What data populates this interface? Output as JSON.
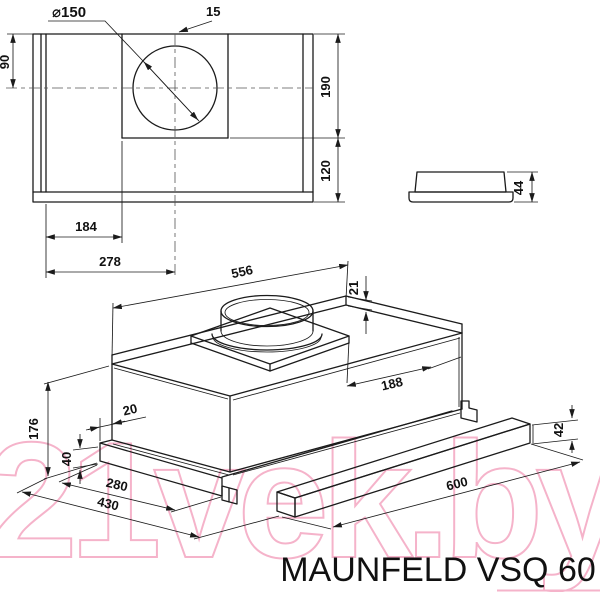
{
  "drawing": {
    "title": "MAUNFELD VSQ 60",
    "watermark": "21vek.by",
    "colors": {
      "line": "#1b1b1b",
      "watermark_pink": "#f5b3ca",
      "background": "#ffffff"
    },
    "top_view": {
      "dims": {
        "duct_diameter": "⌀150",
        "duct_offset": "15",
        "duct_center_from_top": "90",
        "front_depth": "190",
        "rear_depth": "120",
        "duct_from_left": "184",
        "duct_center_from_left": "278"
      }
    },
    "side_view": {
      "dims": {
        "duct_collar_height": "44"
      }
    },
    "iso_view": {
      "dims": {
        "body_width": "556",
        "rear_lip_height": "21",
        "plate_to_edge": "188",
        "total_height": "176",
        "side_overhang": "20",
        "visor_height": "40",
        "body_depth": "280",
        "extended_depth": "430",
        "front_width": "600",
        "front_panel_height": "42"
      }
    }
  }
}
